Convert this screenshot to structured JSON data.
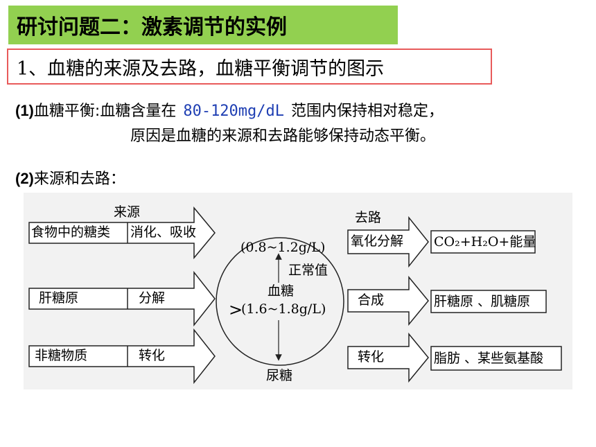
{
  "title": "研讨问题二：激素调节的实例",
  "subtitle": "1、血糖的来源及去路，血糖平衡调节的图示",
  "point1": {
    "num": "(1)",
    "label": "血糖平衡:",
    "text_pre": "血糖含量在",
    "range": "80-120mg/dL",
    "text_post": "范围内保持相对稳定，",
    "line2": "原因是血糖的来源和去路能够保持动态平衡。"
  },
  "point2": {
    "num": "(2)",
    "label": "来源和去路："
  },
  "diagram": {
    "source_header": "来源",
    "dest_header": "去路",
    "sources": [
      {
        "item": "食物中的糖类",
        "process": "消化、吸收"
      },
      {
        "item": "肝糖原",
        "process": "分解"
      },
      {
        "item": "非糖物质",
        "process": "转化"
      }
    ],
    "destinations": [
      {
        "process": "氧化分解",
        "product": "CO₂+H₂O+能量"
      },
      {
        "process": "合成",
        "product": "肝糖原 、肌糖原"
      },
      {
        "process": "转化",
        "product": "脂肪 、某些氨基酸"
      }
    ],
    "center": {
      "low_value": "(0.8~1.2g/L)",
      "normal_label": "正常值",
      "glucose_label": "血糖",
      "gt_symbol": ">",
      "high_value": "(1.6~1.8g/L)",
      "urine_label": "尿糖"
    },
    "colors": {
      "background": "#f2f2f2",
      "stroke": "#222222"
    }
  },
  "colors": {
    "title_bg": "#92d050",
    "subtitle_border": "#e85a5a",
    "range_text": "#1f3fb3"
  }
}
